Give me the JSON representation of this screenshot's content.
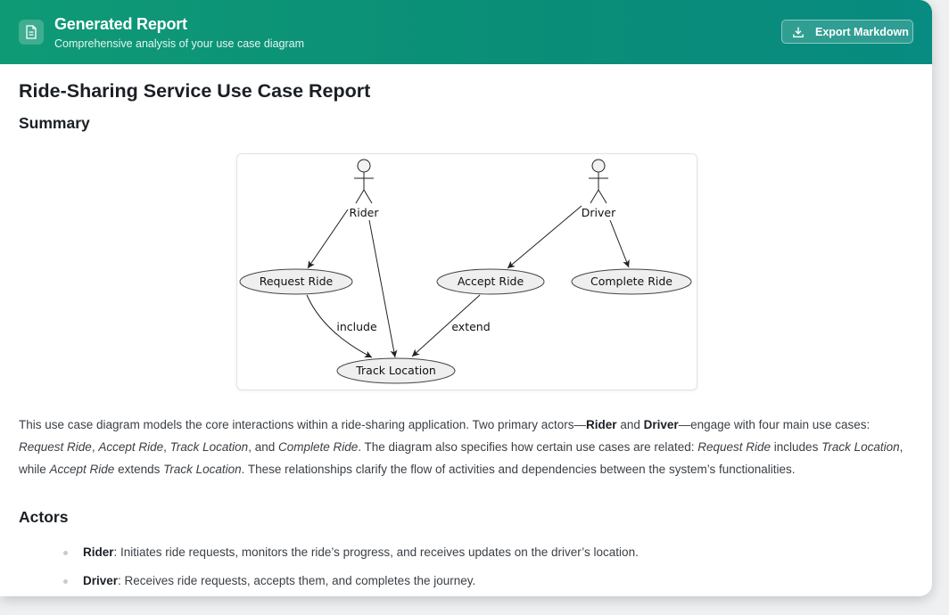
{
  "header": {
    "icon": "document-icon",
    "title": "Generated Report",
    "subtitle": "Comprehensive analysis of your use case diagram",
    "export_label": "Export Markdown",
    "export_icon": "download-icon"
  },
  "report": {
    "title": "Ride-Sharing Service Use Case Report",
    "summary_heading": "Summary",
    "actors_heading": "Actors"
  },
  "diagram": {
    "actors": [
      "Rider",
      "Driver"
    ],
    "use_cases": [
      "Request Ride",
      "Accept Ride",
      "Complete Ride",
      "Track Location"
    ],
    "include_label": "include",
    "extend_label": "extend"
  },
  "summary": {
    "p1": "This use case diagram models the core interactions within a ride-sharing application. Two primary actors—",
    "rider": "Rider",
    "p2": " and ",
    "driver": "Driver",
    "p3": "—engage with four main use cases: ",
    "uc1": "Request Ride",
    "p4": ", ",
    "uc2": "Accept Ride",
    "p5": ", ",
    "uc3": "Track Location",
    "p6": ", and ",
    "uc4": "Complete Ride",
    "p7": ". The diagram also specifies how certain use cases are related: ",
    "uc5": "Request Ride",
    "p8": " includes ",
    "uc6": "Track Location",
    "p9": ", while ",
    "uc7": "Accept Ride",
    "p10": " extends ",
    "uc8": "Track Location",
    "p11": ". These relationships clarify the flow of activities and dependencies between the system’s functionalities."
  },
  "actors": [
    {
      "name": "Rider",
      "desc": ": Initiates ride requests, monitors the ride’s progress, and receives updates on the driver’s location."
    },
    {
      "name": "Driver",
      "desc": ": Receives ride requests, accepts them, and completes the journey."
    }
  ]
}
